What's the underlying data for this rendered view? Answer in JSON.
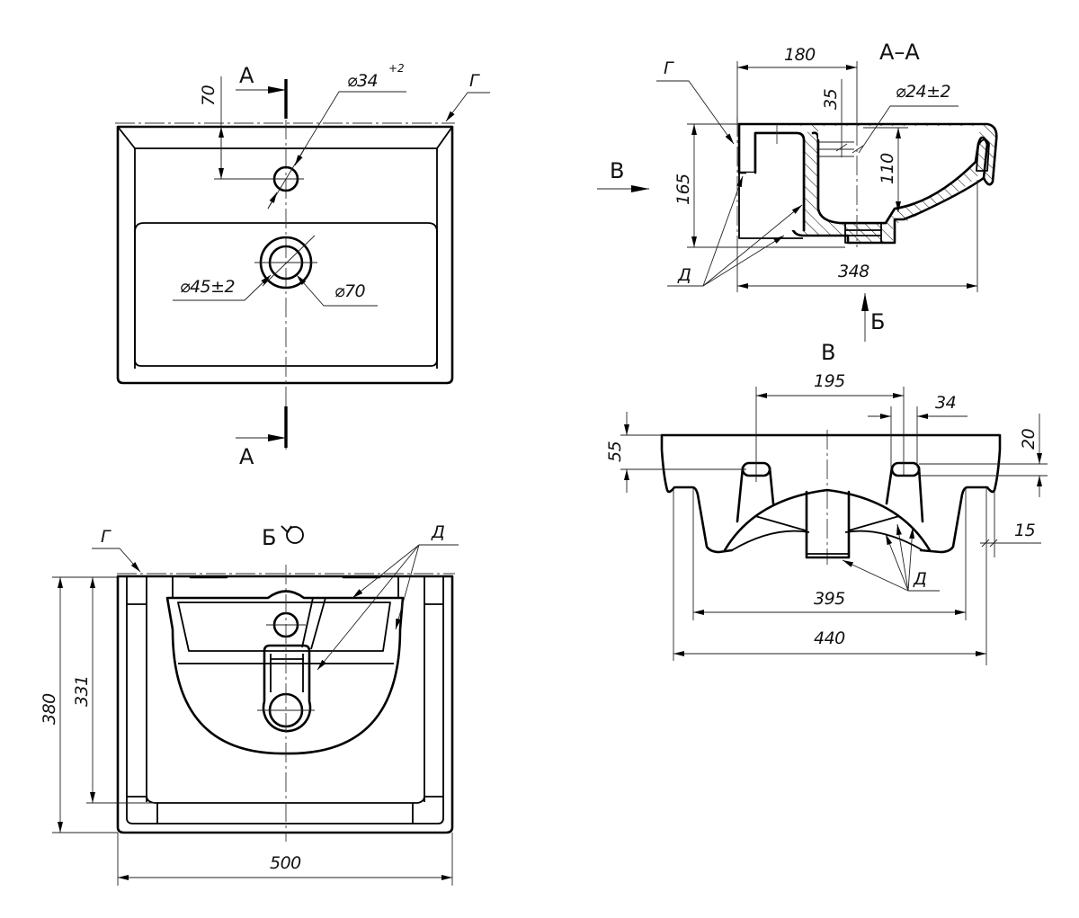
{
  "title": "Washbasin 500 — technical drawing",
  "views": {
    "top_view": {
      "section_label": "А",
      "dims": {
        "faucet_hole_offset": "70",
        "faucet_hole_diameter": "⌀34",
        "faucet_hole_tolerance": "+2",
        "drain_inner_diameter": "⌀45±2",
        "drain_outer_diameter": "⌀70"
      },
      "surface_label": "Г"
    },
    "section_aa": {
      "title": "А–А",
      "view_arrow_label": "В",
      "bottom_view_label": "Б",
      "surface_label": "Г",
      "feature_label": "Д",
      "dims": {
        "hole_to_drain": "180",
        "overflow_height": "35",
        "overflow_diameter": "⌀24±2",
        "bowl_depth": "110",
        "total_height": "165",
        "depth": "348"
      }
    },
    "view_b": {
      "title": "В",
      "feature_label": "Д",
      "dims": {
        "mount_spacing": "195",
        "mount_width": "34",
        "mount_height": "55",
        "mount_slot": "20",
        "leg_offset": "15",
        "inner_width": "395",
        "outer_width": "440"
      }
    },
    "bottom_view": {
      "title": "Б",
      "rotated_symbol": "⟲",
      "surface_label": "Г",
      "feature_label": "Д",
      "dims": {
        "total_depth": "380",
        "inner_depth": "331",
        "width": "500"
      }
    }
  }
}
